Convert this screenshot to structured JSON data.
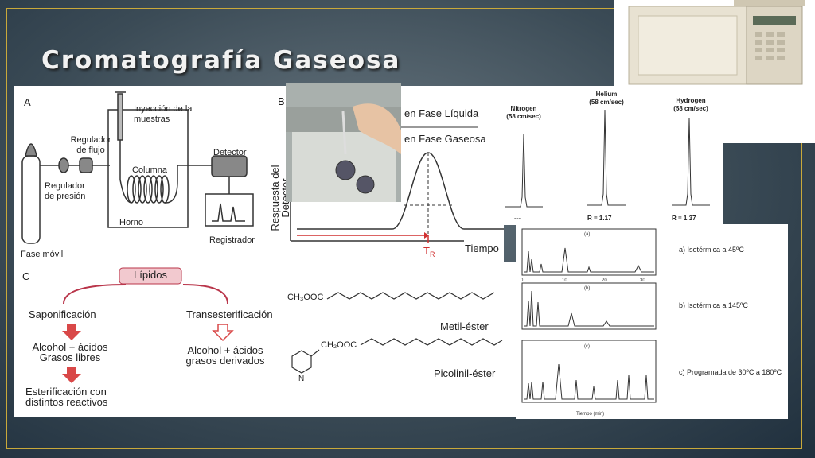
{
  "slide": {
    "title": "Cromatografía Gaseosa"
  },
  "panel_a": {
    "label": "A",
    "injection": "Inyección de la muestras",
    "flow_regulator": "Regulador de flujo",
    "column": "Columna",
    "detector": "Detector",
    "pressure_regulator": "Regulador de presión",
    "oven": "Horno",
    "recorder": "Registrador",
    "mobile_phase": "Fase móvil"
  },
  "panel_b": {
    "label": "B",
    "liquid": "en Fase Líquida",
    "gas": "en Fase Gaseosa",
    "ylabel": "Respuesta del Detector",
    "xlabel": "Tiempo",
    "tr_main": "T",
    "tr_sub": "R"
  },
  "carriers": [
    {
      "name": "Nitrogen",
      "speed": "(58 cm/sec)",
      "r": "---"
    },
    {
      "name": "Helium",
      "speed": "(58 cm/sec)",
      "r": "R = 1.17"
    },
    {
      "name": "Hydrogen",
      "speed": "(58 cm/sec)",
      "r": "R = 1.37"
    }
  ],
  "panel_c": {
    "label": "C",
    "lipids": "Lípidos",
    "saponification": "Saponificación",
    "transesterification": "Transesterificación",
    "alcohol_free_1": "Alcohol + ácidos",
    "alcohol_free_2": "Grasos libres",
    "alcohol_deriv_1": "Alcohol + ácidos",
    "alcohol_deriv_2": "grasos derivados",
    "esterification_1": "Esterificación con",
    "esterification_2": "distintos reactivos"
  },
  "esters": {
    "methyl_group": "CH₃OOC",
    "methyl_name": "Metil-éster",
    "picolinyl_group": "CH₂OOC",
    "picolinyl_n": "N",
    "picolinyl_name": "Picolinil-éster"
  },
  "chromatograms": {
    "a_label": "(a)",
    "b_label": "(b)",
    "c_label": "(c)",
    "a_caption": "a) Isotérmica a 45ºC",
    "b_caption": "b) Isotérmica a 145ºC",
    "c_caption": "c) Programada de 30ºC a 180ºC",
    "x_axis_title": "Tiempo (min)",
    "ticks": [
      "0",
      "10",
      "20",
      "30"
    ]
  }
}
